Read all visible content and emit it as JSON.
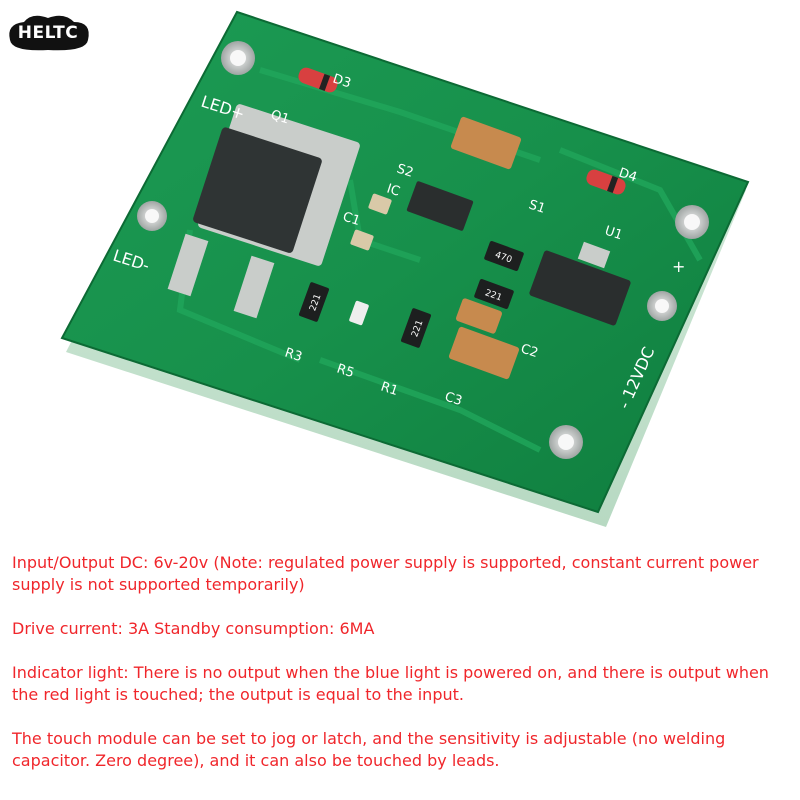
{
  "brand": {
    "logo_text": "HELTC"
  },
  "board": {
    "labels": {
      "led_plus": "LED+",
      "led_minus": "LED-",
      "q1": "Q1",
      "d3": "D3",
      "d4": "D4",
      "s2": "S2",
      "s1": "S1",
      "ic": "IC",
      "c1": "C1",
      "c2": "C2",
      "c3": "C3",
      "u1": "U1",
      "r1": "R1",
      "r3": "R3",
      "r5": "R5",
      "plus": "+",
      "voltage": "- 12VDC"
    },
    "markings": {
      "r3": "221",
      "r1": "221",
      "r_mid": "221",
      "r_top": "470"
    }
  },
  "description": {
    "line1": "Input/Output DC: 6v-20v (Note: regulated power supply is supported, constant current power supply is not supported temporarily)",
    "line2": "Drive current: 3A Standby consumption: 6MA",
    "line3": "Indicator light: There is no output when the blue light is powered on, and there is output when the red light is touched; the output is equal to the input.",
    "line4": "The touch module can be set to jog or latch, and the sensitivity is adjustable (no welding capacitor. Zero degree), and it can also be touched by leads."
  }
}
